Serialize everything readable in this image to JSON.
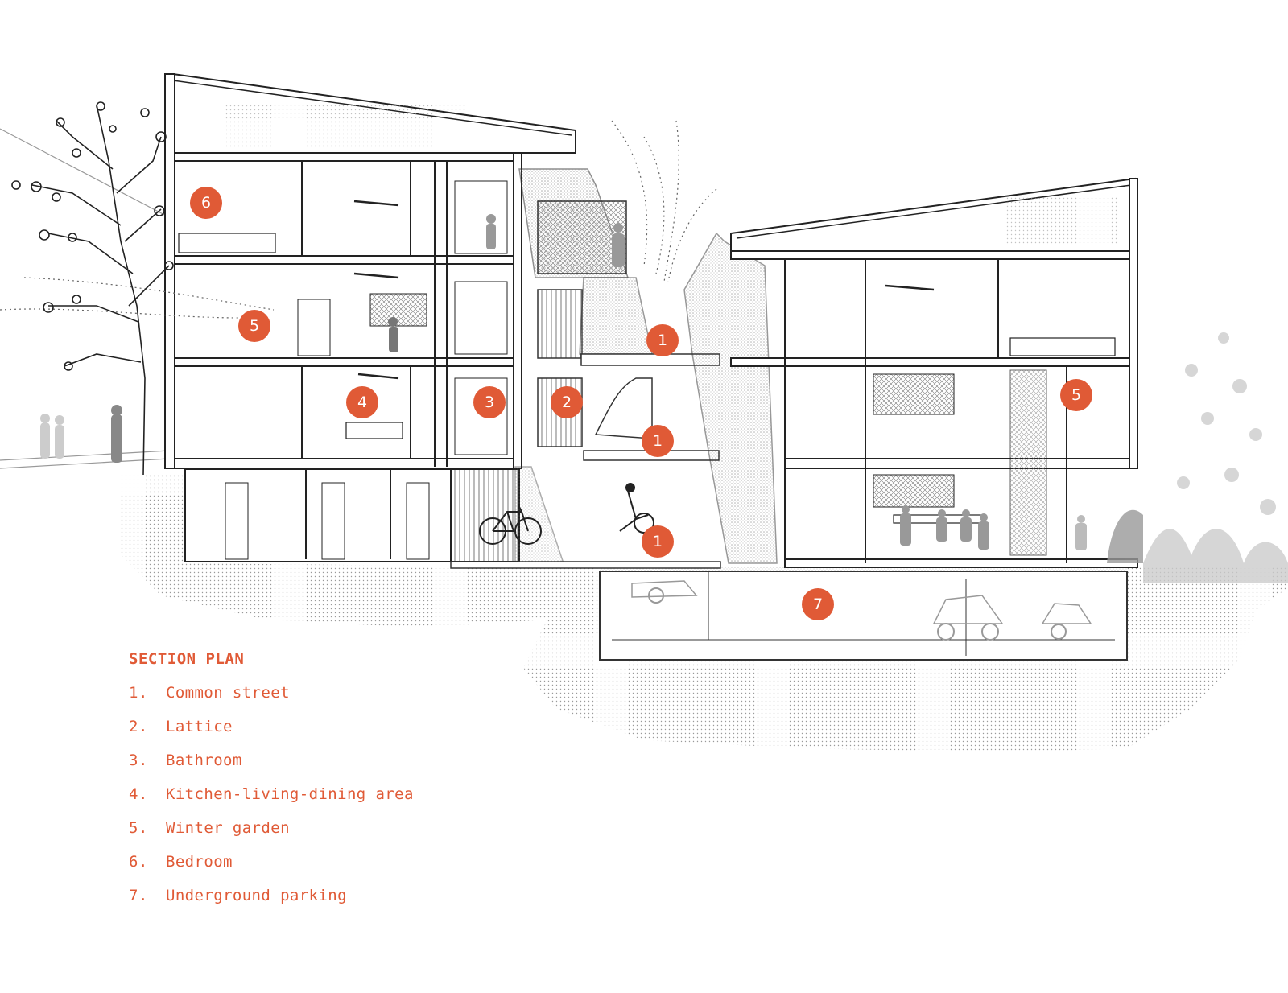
{
  "legend": {
    "title": "SECTION PLAN",
    "items": [
      {
        "num": "1.",
        "label": "Common street"
      },
      {
        "num": "2.",
        "label": "Lattice"
      },
      {
        "num": "3.",
        "label": "Bathroom"
      },
      {
        "num": "4.",
        "label": "Kitchen-living-dining area"
      },
      {
        "num": "5.",
        "label": "Winter garden"
      },
      {
        "num": "6.",
        "label": "Bedroom"
      },
      {
        "num": "7.",
        "label": "Underground parking"
      }
    ]
  },
  "markers": [
    {
      "id": "marker-6",
      "text": "6"
    },
    {
      "id": "marker-5-left",
      "text": "5"
    },
    {
      "id": "marker-4",
      "text": "4"
    },
    {
      "id": "marker-3",
      "text": "3"
    },
    {
      "id": "marker-2",
      "text": "2"
    },
    {
      "id": "marker-1-upper",
      "text": "1"
    },
    {
      "id": "marker-1-middle",
      "text": "1"
    },
    {
      "id": "marker-1-lower",
      "text": "1"
    },
    {
      "id": "marker-5-right",
      "text": "5"
    },
    {
      "id": "marker-7",
      "text": "7"
    }
  ],
  "colors": {
    "accent": "#e05a36",
    "line": "#222222",
    "ground_hatch": "#bbbbbb",
    "foliage": "#cccccc"
  }
}
